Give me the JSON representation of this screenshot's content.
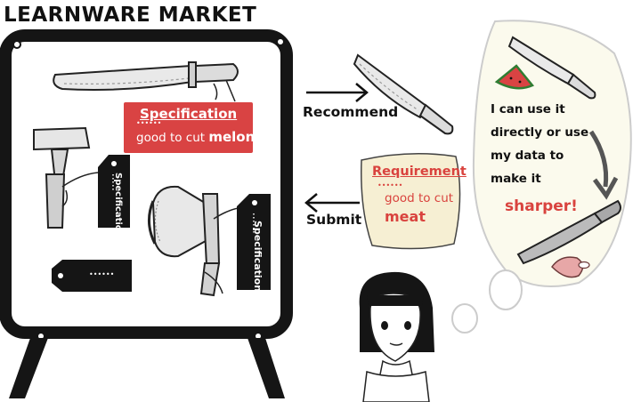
{
  "title": "LEARNWARE MARKET",
  "recommend_label": "Recommend",
  "submit_label": "Submit",
  "spec_card": {
    "title": "Specification",
    "dots": "••••••",
    "body_prefix": "good to cut ",
    "body_emph": "melon"
  },
  "tags": {
    "hammer_tag": "Specification",
    "axe_tag": "Specification",
    "plate_dots": "••••••"
  },
  "requirement": {
    "title": "Requirement",
    "dots": "••••••",
    "line1": "good to cut",
    "line2": "meat"
  },
  "thought": {
    "text": "I can use it directly or use my data to make it",
    "emph": "sharper!"
  },
  "colors": {
    "accent_red": "#d94343",
    "ink": "#111111",
    "paper": "#f6efd3",
    "bubble": "#fbfaed"
  }
}
